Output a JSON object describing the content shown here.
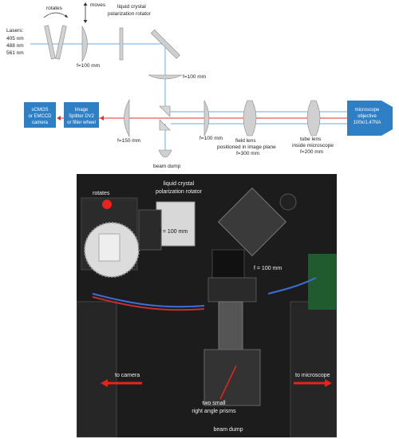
{
  "diagram": {
    "lasers_label": "Lasers:",
    "laser_lines": [
      "405 nm",
      "488 nm",
      "561 nm"
    ],
    "rotates_label": "rotates",
    "moves_label": "moves",
    "lc_rotator_line1": "liquid crystal",
    "lc_rotator_line2": "polarization rotator",
    "f100_first": "f=100 mm",
    "f100_second": "f=100 mm",
    "f150": "f=150 mm",
    "f100_third": "f=100 mm",
    "field_lens_line1": "field lens",
    "field_lens_line2": "positioned in image plane",
    "field_lens_line3": "f=300 mm",
    "tube_lens_line1": "tube lens",
    "tube_lens_line2": "inside microscope",
    "tube_lens_line3": "f=200 mm",
    "beam_dump": "beam dump",
    "camera_box": [
      "sCMOS",
      "or EMCCD",
      "camera"
    ],
    "splitter_box": [
      "Image",
      "Splitter DV2",
      "or filter wheel"
    ],
    "objective_box": [
      "microscope",
      "objective",
      "100x/1.47NA"
    ],
    "colors": {
      "box_blue": "#2f7fc4",
      "beam_blue": "#6aaee0",
      "beam_red": "#e0322a",
      "lens_gray": "#c9c9c9"
    }
  },
  "photo": {
    "rotates_label": "rotates",
    "lc_line1": "liquid crystal",
    "lc_line2": "polarization rotator",
    "f100_left": "f = 100 mm",
    "f100_right": "f = 100 mm",
    "to_camera": "to camera",
    "to_microscope": "to microscope",
    "prisms_line1": "two small",
    "prisms_line2": "right angle prisms",
    "beam_dump": "beam dump",
    "colors": {
      "background": "#1c1c1c",
      "arrow_red": "#e8231c"
    }
  }
}
